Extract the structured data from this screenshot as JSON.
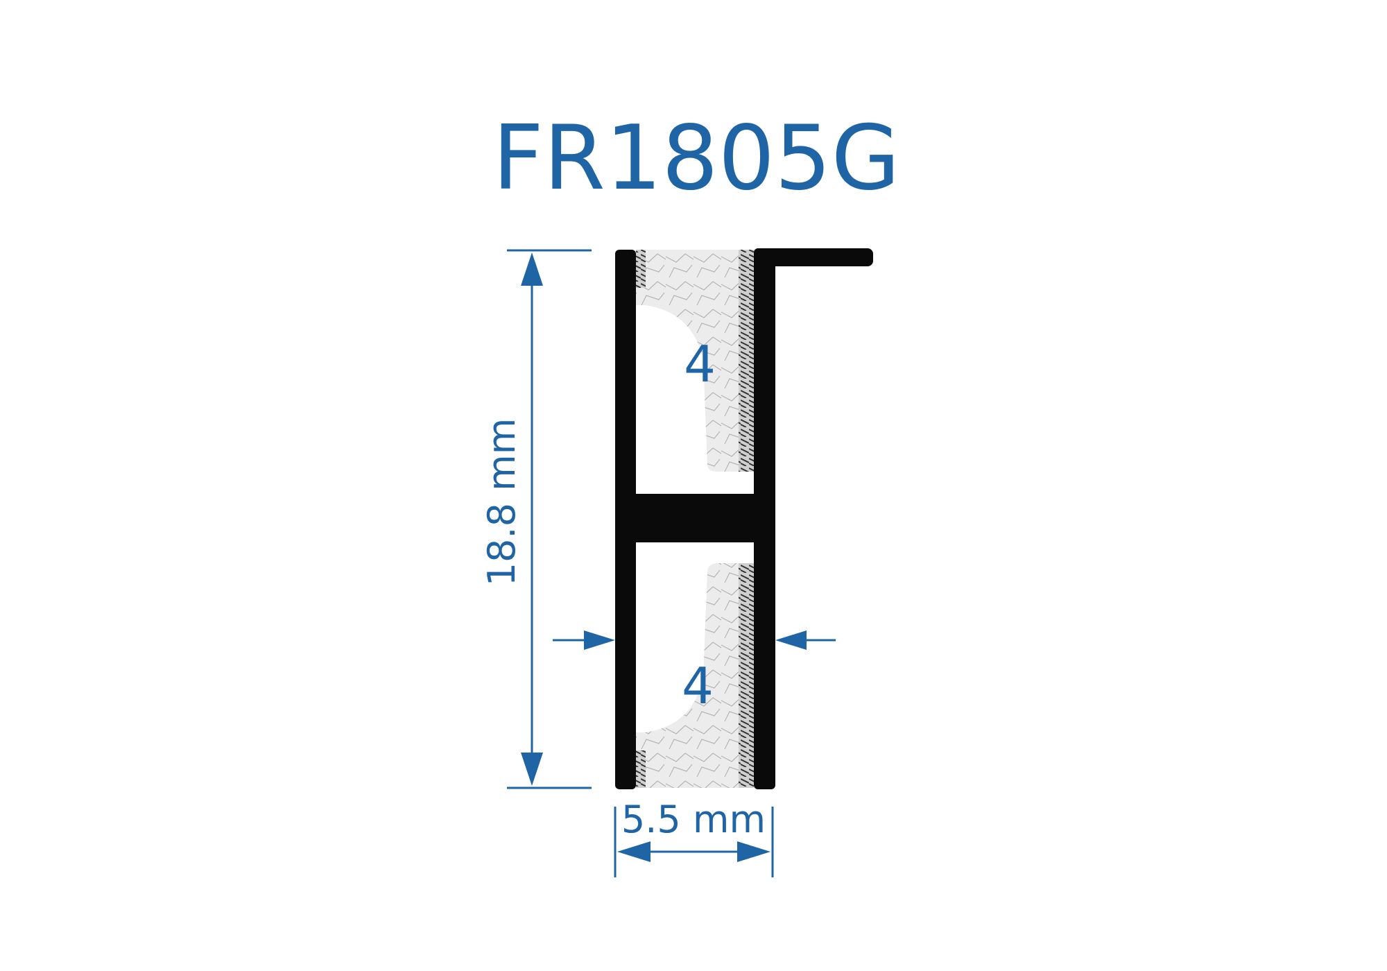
{
  "title": "FR1805G",
  "dimensions": {
    "height_label": "18.8 mm",
    "width_label": "5.5 mm"
  },
  "chamber_labels": [
    "4",
    "4"
  ],
  "colors": {
    "accent": "#1f65a6",
    "profile": "#0a0a0a",
    "foam": "#e6e6e6"
  }
}
